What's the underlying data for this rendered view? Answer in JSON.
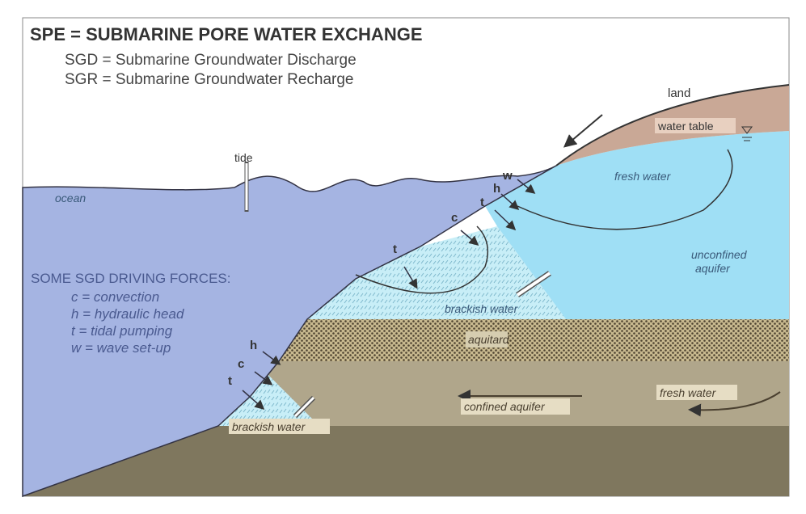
{
  "title": "SPE = SUBMARINE  PORE  WATER  EXCHANGE",
  "definitions": [
    "SGD = Submarine  Groundwater  Discharge",
    "SGR =  Submarine  Groundwater  Recharge"
  ],
  "forces": {
    "heading": "SOME SGD DRIVING FORCES:",
    "items": [
      "c  =  convection",
      "h  =  hydraulic head",
      "t  =  tidal pumping",
      "w  =  wave set-up"
    ]
  },
  "labels": {
    "land": "land",
    "water_table": "water table",
    "tide": "tide",
    "ocean": "ocean",
    "fresh_water_upper": "fresh water",
    "unconfined_aquifer_1": "unconfined",
    "unconfined_aquifer_2": "aquifer",
    "brackish_upper": "brackish  water",
    "aquitard": "aquitard",
    "confined_aquifer": "confined  aquifer",
    "fresh_water_lower": "fresh  water",
    "brackish_lower": "brackish  water"
  },
  "letters": {
    "w": "w",
    "h": "h",
    "t": "t",
    "c": "c"
  },
  "colors": {
    "ocean": "#a5b4e2",
    "fresh": "#9fdff5",
    "brackish": "#c8eef7",
    "land": "#c9a896",
    "aquitard": "#6e6048",
    "confined": "#b0a68b",
    "bedrock": "#7f775e"
  }
}
